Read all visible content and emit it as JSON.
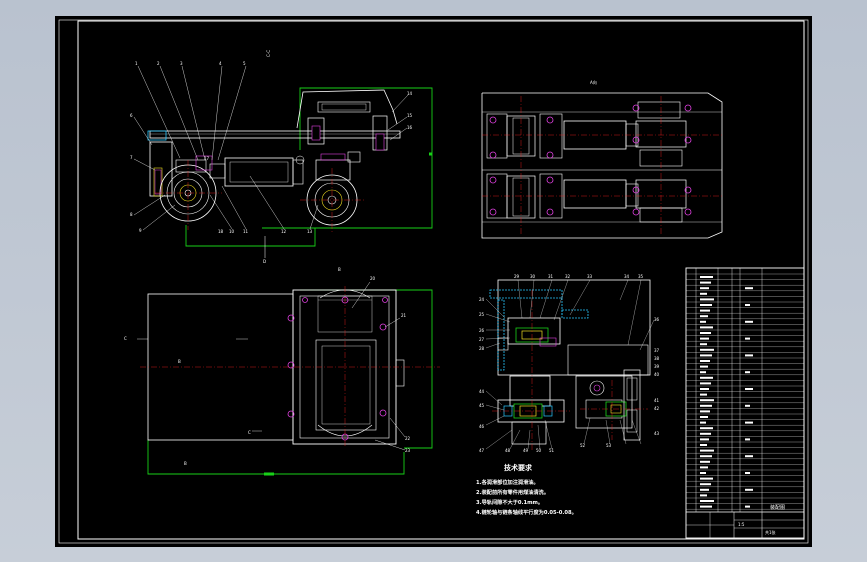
{
  "colors": {
    "background": "#c3cad4",
    "sheet": "#000000",
    "line": "#ffffff",
    "green": "#18d018",
    "red": "#ff2020",
    "cyan": "#28c8ff",
    "magenta": "#e040e0",
    "yellow": "#f0e020"
  },
  "section_labels": {
    "c_top": "C-C",
    "a_mark": "A",
    "d_mark": "D",
    "c_left": "C",
    "c_mid": "C",
    "b_left": "B",
    "b_bottom": "B",
    "b_top": "B",
    "view_a": "A向"
  },
  "front_view_callouts": [
    "1",
    "2",
    "3",
    "4",
    "5",
    "6",
    "7",
    "8",
    "9",
    "10",
    "11",
    "12",
    "13",
    "14",
    "15",
    "16",
    "17",
    "18"
  ],
  "plan_view_callouts": [
    "20",
    "21",
    "22",
    "23"
  ],
  "section_view_callouts": [
    "24",
    "25",
    "26",
    "27",
    "28",
    "29",
    "30",
    "31",
    "32",
    "33",
    "34",
    "35",
    "36",
    "37",
    "38",
    "39",
    "40",
    "41",
    "42",
    "43",
    "44",
    "45",
    "46",
    "47",
    "48",
    "49",
    "50",
    "51",
    "52",
    "53"
  ],
  "tech_requirements": {
    "title": "技术要求",
    "items": [
      "1.各润滑部位加注润滑油。",
      "2.装配前所有零件用煤油清洗。",
      "3.导轨间隙不大于0.1mm。",
      "4.链轮轴与链条轴线平行度为0.05-0.08。"
    ]
  },
  "title_block": {
    "drawing_name": "装配图",
    "scale": "1:5",
    "sheet": "共1张"
  }
}
